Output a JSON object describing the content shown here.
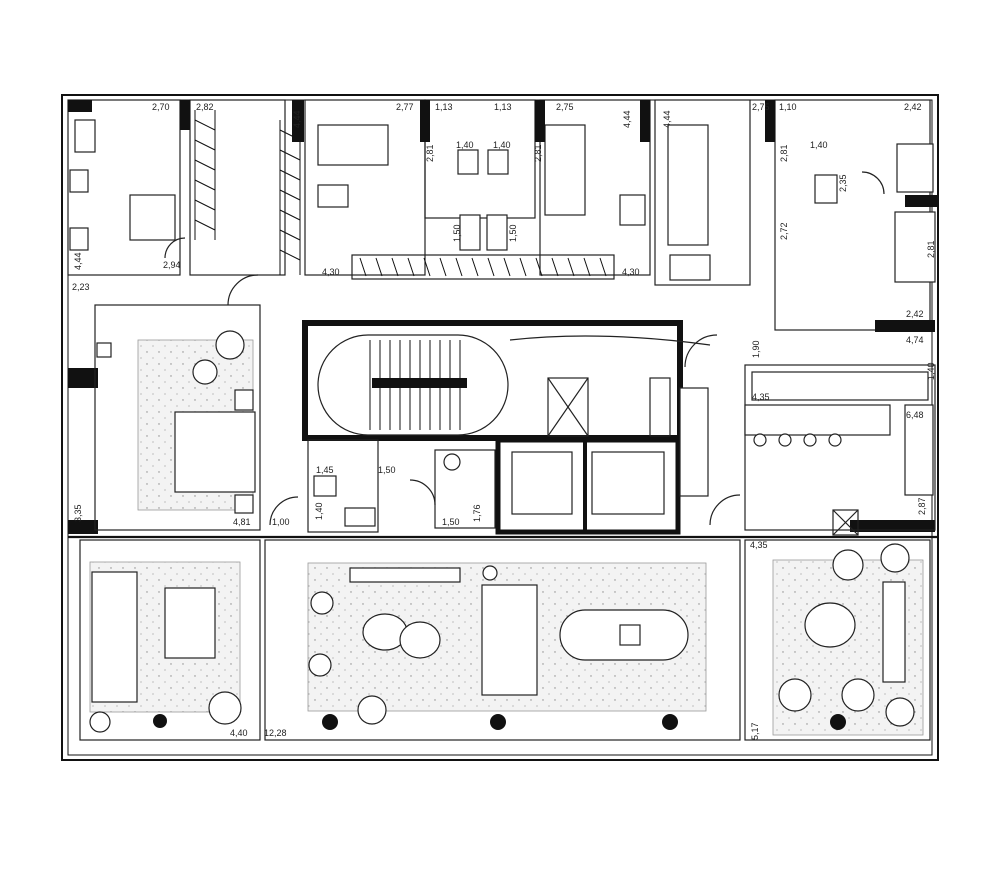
{
  "dimensions": [
    {
      "id": "d1",
      "text": "2,70"
    },
    {
      "id": "d2",
      "text": "2,82"
    },
    {
      "id": "d3",
      "text": "4,44"
    },
    {
      "id": "d4",
      "text": "2,77"
    },
    {
      "id": "d5",
      "text": "1,13"
    },
    {
      "id": "d6",
      "text": "1,13"
    },
    {
      "id": "d7",
      "text": "2,75"
    },
    {
      "id": "d8",
      "text": "4,44"
    },
    {
      "id": "d9",
      "text": "4,44"
    },
    {
      "id": "d10",
      "text": "2,75"
    },
    {
      "id": "d11",
      "text": "1,10"
    },
    {
      "id": "d12",
      "text": "2,42"
    },
    {
      "id": "d13",
      "text": "4,44"
    },
    {
      "id": "d14",
      "text": "2,94"
    },
    {
      "id": "d15",
      "text": "2,23"
    },
    {
      "id": "d16",
      "text": "4,30"
    },
    {
      "id": "d17",
      "text": "2,81"
    },
    {
      "id": "d18",
      "text": "1,40"
    },
    {
      "id": "d19",
      "text": "1,40"
    },
    {
      "id": "d20",
      "text": "2,81"
    },
    {
      "id": "d21",
      "text": "1,50"
    },
    {
      "id": "d22",
      "text": "1,50"
    },
    {
      "id": "d23",
      "text": "4,30"
    },
    {
      "id": "d24",
      "text": "2,81"
    },
    {
      "id": "d25",
      "text": "1,40"
    },
    {
      "id": "d26",
      "text": "2,35"
    },
    {
      "id": "d27",
      "text": "2,72"
    },
    {
      "id": "d28",
      "text": "2,81"
    },
    {
      "id": "d29",
      "text": "2,42"
    },
    {
      "id": "d30",
      "text": "4,74"
    },
    {
      "id": "d31",
      "text": "1,90"
    },
    {
      "id": "d32",
      "text": "1,40"
    },
    {
      "id": "d33",
      "text": "4,35"
    },
    {
      "id": "d34",
      "text": "6,48"
    },
    {
      "id": "d35",
      "text": "1,45"
    },
    {
      "id": "d36",
      "text": "1,50"
    },
    {
      "id": "d37",
      "text": "1,40"
    },
    {
      "id": "d38",
      "text": "1,76"
    },
    {
      "id": "d39",
      "text": "1,50"
    },
    {
      "id": "d40",
      "text": "4,81"
    },
    {
      "id": "d41",
      "text": "1,00"
    },
    {
      "id": "d42",
      "text": "3,35"
    },
    {
      "id": "d43",
      "text": "2,87"
    },
    {
      "id": "d44",
      "text": "4,35"
    },
    {
      "id": "d45",
      "text": "4,40"
    },
    {
      "id": "d46",
      "text": "12,28"
    },
    {
      "id": "d47",
      "text": "5,17"
    }
  ],
  "colors": {
    "wall": "#111111",
    "rug": "#f3f3f3",
    "line": "#222222"
  }
}
